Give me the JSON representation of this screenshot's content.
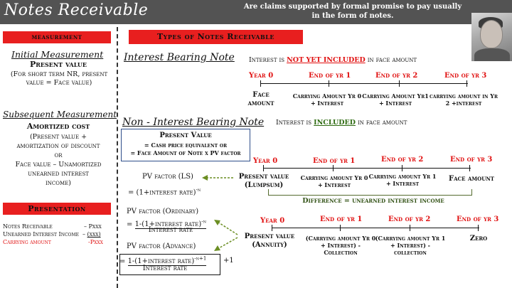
{
  "header": {
    "title": "Notes Receivable",
    "description": "Are claims supported by formal promise to pay usually in the form of notes."
  },
  "left": {
    "measurement_label": "measurement",
    "initial_title": "Initial Measurement",
    "initial_value": "Present value",
    "initial_note": "(For short term NR, present value = Face value)",
    "subsequent_title": "Subsequent Measurement",
    "amortized": "Amortized cost",
    "amortized_line1": "(Present value +",
    "amortized_line2": "amortization of discount",
    "amortized_or": "or",
    "amortized_line3": "Face value – Unamortized",
    "amortized_line4": "unearned interest",
    "amortized_line5": "income)",
    "presentation_label": "Presentation",
    "pres_rows": [
      {
        "label": "Notes Receivable",
        "value": "Pxxx"
      },
      {
        "label": "Unearned Interest Income",
        "value": "(xxx)"
      },
      {
        "label": "Carrying amount",
        "value": "Pxxx"
      }
    ]
  },
  "types_label": "Types of Notes Receivable",
  "ib": {
    "title": "Interest Bearing Note",
    "desc_pre": "Interest is",
    "desc_hl": "NOT YET INCLUDED",
    "desc_post": "in face amount",
    "years": [
      "Year 0",
      "End of yr 1",
      "End of yr 2",
      "End of yr 3"
    ],
    "labels": [
      "Face amount",
      "Carrying Amount Yr 0 + Interest",
      "Carrying Amount Yr1 + Interest",
      "carrying amount in Yr 2 +interest"
    ]
  },
  "nib": {
    "title": "Non - Interest Bearing Note",
    "desc_pre": "Interest is",
    "desc_hl": "INCLUDED",
    "desc_post": "in face amount",
    "pv_box": {
      "title": "Present Value",
      "line1": "= Cash price equivalent or",
      "line2": "= Face Amount of Note x PV factor"
    },
    "pv_ls_label": "PV factor (LS)",
    "pv_ls_formula": "= (1+interest rate)",
    "pv_ls_exp": "-n",
    "years": [
      "Year 0",
      "End of yr 1",
      "End of yr 2",
      "End of yr 3"
    ],
    "ls_labels": [
      "Present value (Lumpsum)",
      "Carrying amount Yr 0 + Interest",
      "Carrying amount Yr 1 + Interest",
      "Face amount"
    ],
    "difference": "Difference = unearned interest income",
    "pv_ord_label": "PV factor (Ordinary)",
    "pv_ord_num": "1-(1+interest rate)",
    "pv_ord_exp": "-n",
    "pv_ord_den": "Interest rate",
    "pv_adv_label": "PV factor (Advance)",
    "pv_adv_num": "1-(1+interest rate)",
    "pv_adv_exp": "-n+1",
    "pv_adv_den": "Interest rate",
    "pv_adv_plus": "+1",
    "ann_years": [
      "Year 0",
      "End of yr 1",
      "End of yr 2",
      "End of yr 3"
    ],
    "ann_labels": [
      "Present value (Annuity)",
      "(Carrying amount Yr 0 + Interest) - Collection",
      "(Carrying amount Yr 1 + Interest) - collection",
      "Zero"
    ]
  },
  "colors": {
    "header_bg": "#535353",
    "accent_red": "#e81f1f",
    "highlight_green": "#2f6b12",
    "bracket_olive": "#556b2f",
    "box_border": "#2e4e8a"
  },
  "icons": [
    "presenter-photo",
    "dashed-arrow-icon"
  ]
}
